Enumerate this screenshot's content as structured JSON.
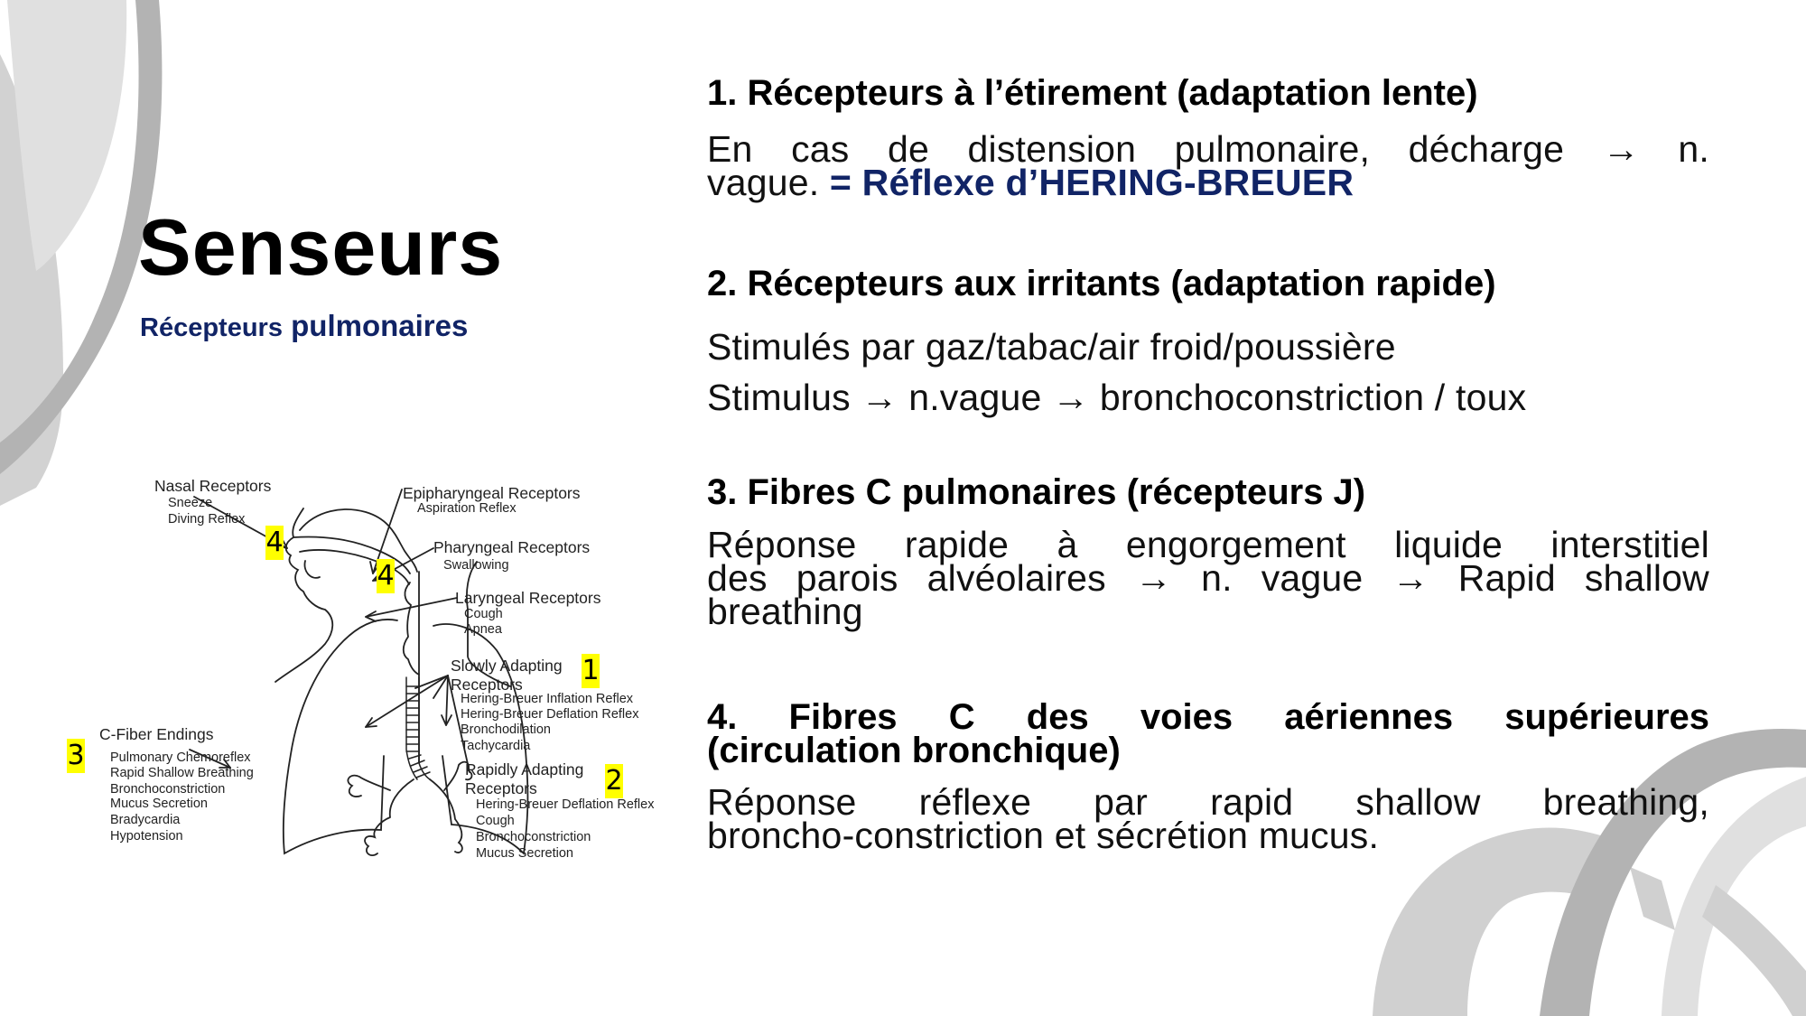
{
  "slide": {
    "title": "Senseurs",
    "subtitle_part1": "Récepteurs",
    "subtitle_part2": "pulmonaires",
    "colors": {
      "accent_blue": "#112466",
      "highlight_yellow": "#ffff00",
      "deco_dark_gray": "#b3b3b3",
      "deco_mid_gray": "#d0d0d0",
      "deco_light_gray": "#e0e0e0"
    }
  },
  "sections": [
    {
      "heading": "1. Récepteurs à l’étirement (adaptation lente)",
      "body_line1": "En cas de distension pulmonaire, décharge → n.",
      "body_line2_prefix": "vague.",
      "body_line2_highlight": "= Réflexe d’HERING-BREUER"
    },
    {
      "heading": "2. Récepteurs aux irritants (adaptation rapide)",
      "body_line1": "Stimulés par gaz/tabac/air froid/poussière",
      "body_line2": "Stimulus → n.vague → bronchoconstriction / toux"
    },
    {
      "heading": "3. Fibres C pulmonaires (récepteurs J)",
      "body_line1": "Réponse rapide à engorgement liquide interstitiel",
      "body_line2": "des parois alvéolaires → n. vague →  Rapid shallow",
      "body_line3": "breathing"
    },
    {
      "heading_line1": "4. Fibres C des voies aériennes supérieures",
      "heading_line2": "(circulation bronchique)",
      "body_line1": "Réponse réflexe par rapid shallow breathing,",
      "body_line2": "broncho-constriction et sécrétion mucus."
    }
  ],
  "diagram": {
    "labels": {
      "nasal": {
        "title": "Nasal Receptors",
        "items": [
          "Sneeze",
          "Diving Reflex"
        ]
      },
      "epipharyngeal": {
        "title": "Epipharyngeal Receptors",
        "items": [
          "Aspiration Reflex"
        ]
      },
      "pharyngeal": {
        "title": "Pharyngeal Receptors",
        "items": [
          "Swallowing"
        ]
      },
      "laryngeal": {
        "title": "Laryngeal Receptors",
        "items": [
          "Cough",
          "Apnea"
        ]
      },
      "slowly": {
        "title_line1": "Slowly Adapting",
        "title_line2": "Receptors",
        "items": [
          "Hering-Breuer Inflation Reflex",
          "Hering-Breuer Deflation Reflex",
          "Bronchodilation",
          "Tachycardia"
        ]
      },
      "rapidly": {
        "title_line1": "Rapidly Adapting",
        "title_line2": "Receptors",
        "items": [
          "Hering-Breuer Deflation Reflex",
          "Cough",
          "Bronchoconstriction",
          "Mucus Secretion"
        ]
      },
      "cfiber": {
        "title": "C-Fiber Endings",
        "items": [
          "Pulmonary Chemoreflex",
          "Rapid Shallow Breathing",
          "Bronchoconstriction",
          "Mucus Secretion",
          "Bradycardia",
          "Hypotension"
        ]
      }
    },
    "badges": {
      "nasal": "4",
      "pharyngeal": "4",
      "slowly": "1",
      "rapidly": "2",
      "cfiber": "3"
    }
  }
}
